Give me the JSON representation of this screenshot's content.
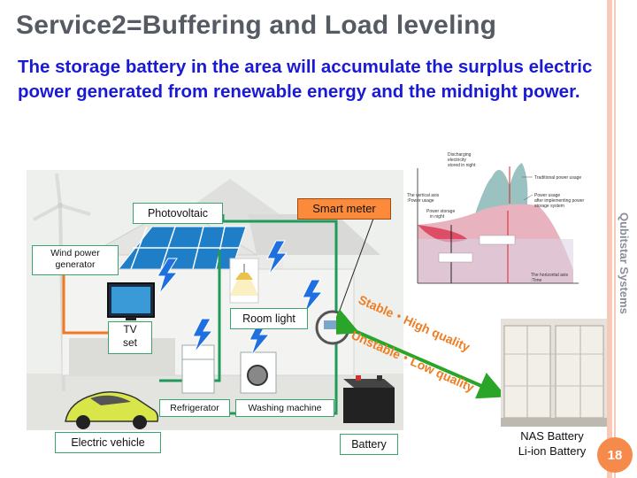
{
  "slide": {
    "title": "Service2=Buffering and Load leveling",
    "subtitle": "The storage battery in the area will accumulate the surplus electric power generated from renewable energy and the midnight power.",
    "sidebar_text": "Qubitstar Systems",
    "page_number": "18"
  },
  "scene_labels": {
    "photovoltaic": "Photovoltaic",
    "smart_meter": "Smart meter",
    "wind_line1": "Wind power",
    "wind_line2": "generator",
    "tv_line1": "TV",
    "tv_line2": "set",
    "room_light": "Room light",
    "refrigerator": "Refrigerator",
    "washing_machine": "Washing machine",
    "electric_vehicle": "Electric vehicle",
    "battery": "Battery"
  },
  "quality": {
    "stable": "Stable・High quality",
    "unstable": "Unstable・Low quality"
  },
  "nas": {
    "line1": "NAS Battery",
    "line2": "Li-ion Battery"
  },
  "graph_labels": {
    "discharging_1": "Discharging",
    "discharging_2": "electricity",
    "discharging_3": "stored  in night",
    "traditional": "Traditional power usage",
    "vertical_1": "The vertical axis",
    "vertical_2": ":Power usage",
    "storage_1": "Power storage",
    "storage_2": "in night",
    "after_1": "Power usage",
    "after_2": "after implementing power",
    "after_3": "storage system",
    "horizontal_1": "The horizontal axis",
    "horizontal_2": ":Time"
  },
  "colors": {
    "title": "#555a63",
    "subtitle": "#1a1ad6",
    "stable_arrow": "#ef7d22",
    "unstable_arrow": "#2aa52a",
    "badge": "#f58a4b",
    "house_line_green": "#1f9a5a",
    "house_line_orange": "#f07a22"
  }
}
